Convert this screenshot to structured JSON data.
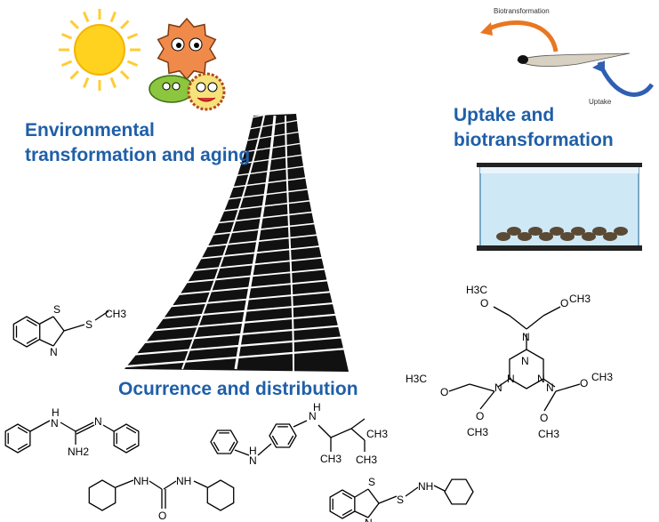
{
  "sections": {
    "environmental": [
      "Environmental",
      "transformation and aging"
    ],
    "uptake": [
      "Uptake and",
      "biotransformation"
    ],
    "occurrence": "Ocurrence and distribution"
  },
  "fish_panel": {
    "biotransformation_label": "Biotransformation",
    "uptake_label": "Uptake"
  },
  "colors": {
    "title": "#1f5fa8",
    "arrow_orange": "#e87722",
    "arrow_blue": "#2f5fb3",
    "tire": "#111111",
    "sun": "#ffd21f"
  },
  "molecules": {
    "mtbt": {
      "s_ring": "S",
      "n_ring": "N",
      "s_chain": "S",
      "methyl": "CH3"
    },
    "dpg": {
      "nh1": "H",
      "n1": "N",
      "n2": "N",
      "nh2": "NH2"
    },
    "ppd": {
      "nh1": "H",
      "n1": "N",
      "nh2": "H",
      "n2": "N",
      "ch3a": "CH3",
      "ch3b": "CH3",
      "ch3c": "CH3"
    },
    "dcu": {
      "n1": "NH",
      "o": "O",
      "n2": "NH"
    },
    "cbs": {
      "s_ring": "S",
      "n_ring": "N",
      "s_chain": "S",
      "nh": "NH"
    },
    "hmmm": {
      "n_atoms": "N",
      "labels": [
        "H3C",
        "O",
        "O",
        "CH3",
        "H3C",
        "O",
        "O",
        "CH3",
        "O",
        "CH3",
        "O",
        "CH3"
      ]
    }
  }
}
